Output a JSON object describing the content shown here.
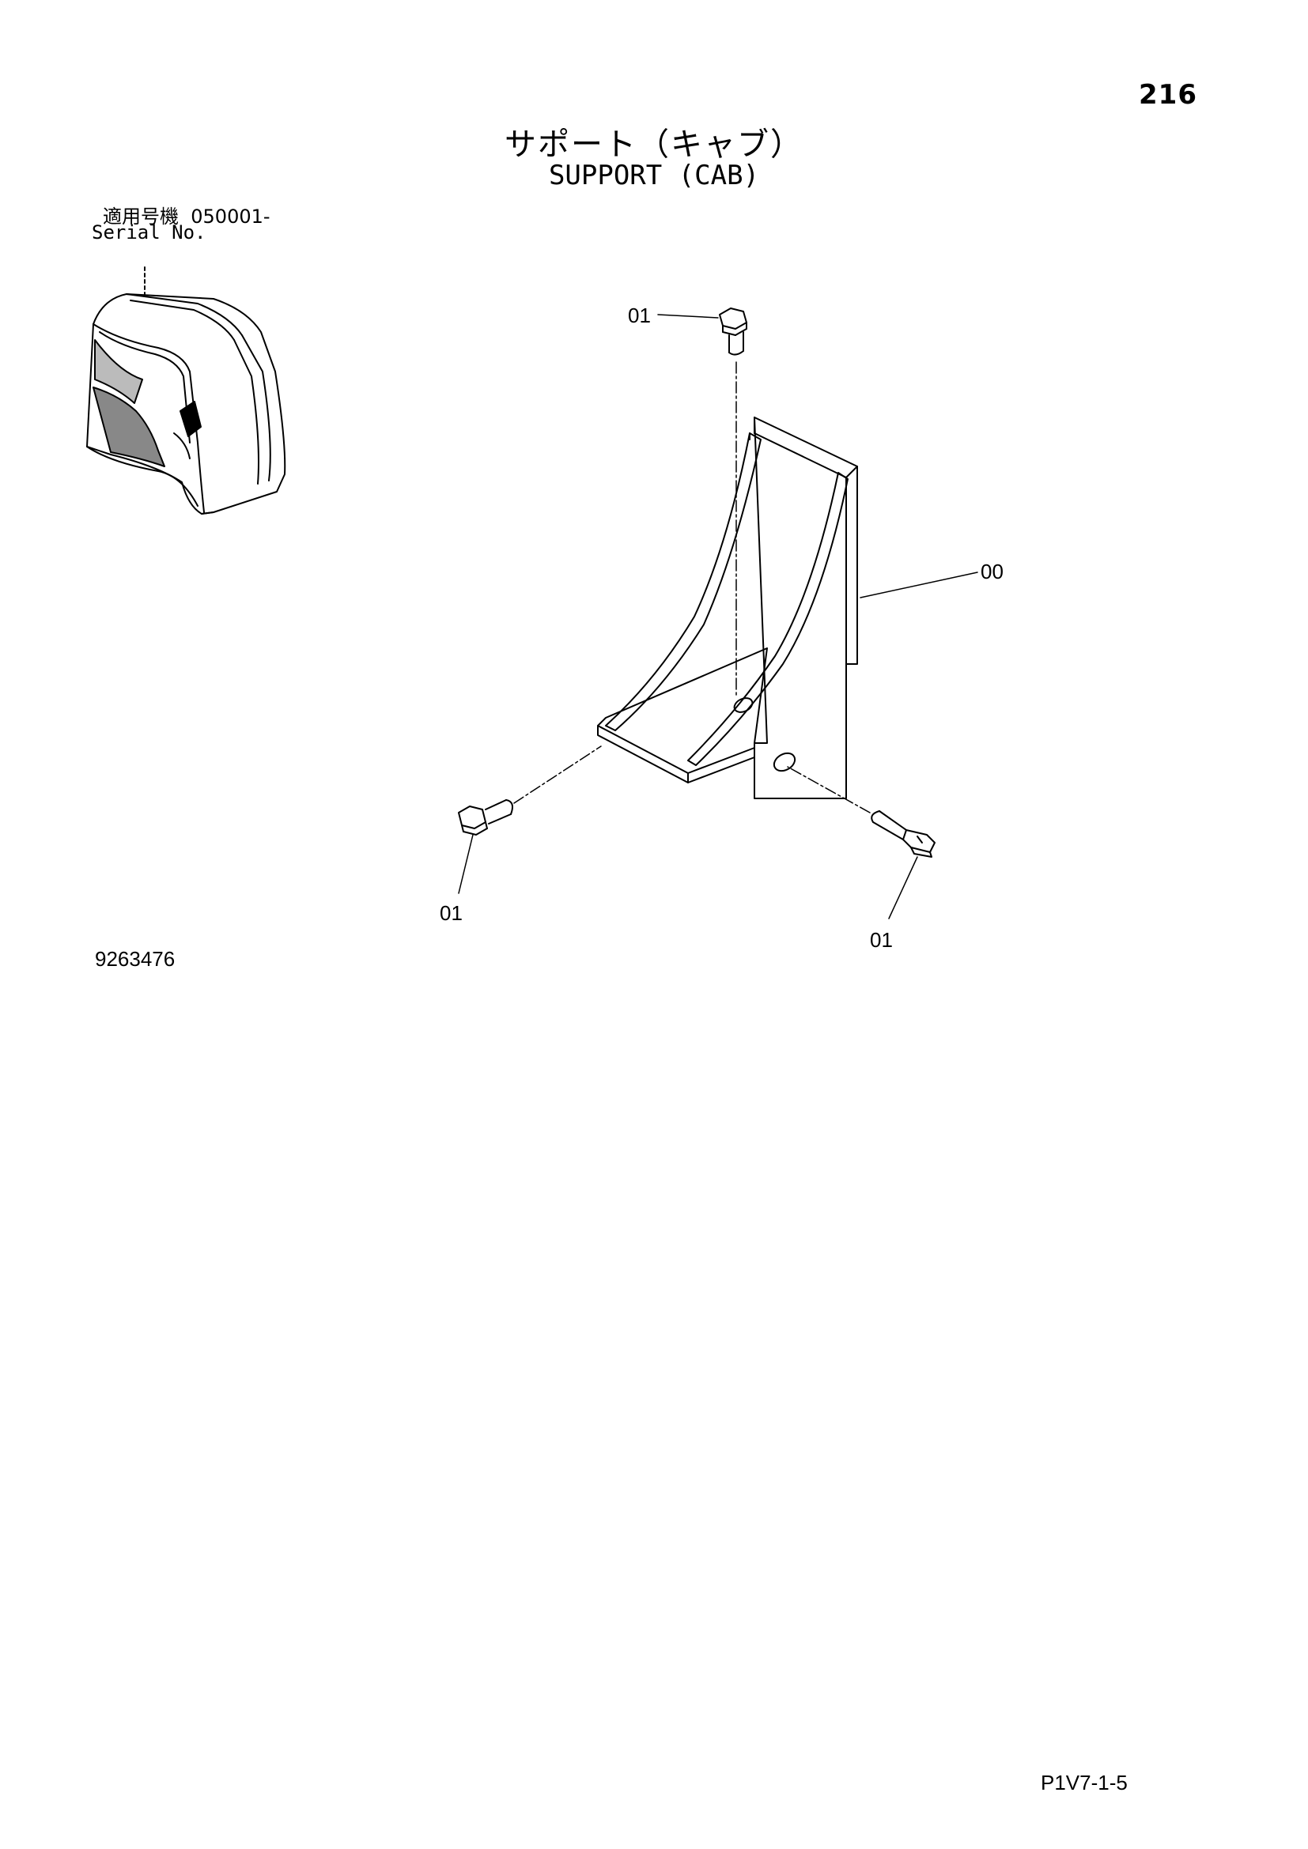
{
  "page": {
    "number": "216",
    "title_jp": "サポート（キャブ）",
    "title_en": "SUPPORT (CAB)",
    "serial_label_jp": "適用号機",
    "serial_value": "050001-",
    "serial_label_en": "Serial No.",
    "drawing_number": "9263476",
    "footer_code": "P1V7-1-5"
  },
  "callouts": [
    {
      "id": "bolt-top",
      "label": "01"
    },
    {
      "id": "support-bracket",
      "label": "00"
    },
    {
      "id": "bolt-left",
      "label": "01"
    },
    {
      "id": "bolt-right",
      "label": "01"
    }
  ]
}
